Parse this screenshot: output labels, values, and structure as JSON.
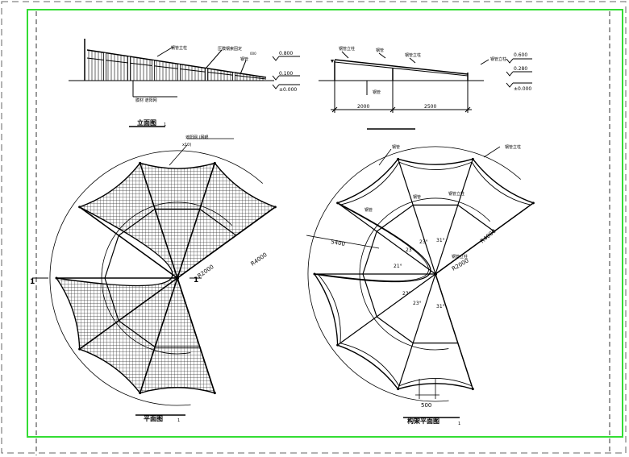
{
  "frame": {
    "border_color": "#33dd33"
  },
  "elevation_left": {
    "title": "立面图",
    "title_suffix": "1",
    "labels": {
      "top_a": "钢管立柱",
      "top_b": "压膜钢索固定",
      "top_c": "钢管",
      "bottom": "膜材 遮阳网"
    },
    "levels": [
      "0.800",
      "0.100",
      "±0.000"
    ],
    "tag": "000"
  },
  "elevation_right": {
    "labels": {
      "a": "钢管立柱",
      "b": "钢管",
      "c": "钢管立柱",
      "d": "钢管立柱",
      "e": "钢管"
    },
    "levels": [
      "0.600",
      "0.280",
      "±0.000"
    ],
    "dims": [
      "2000",
      "2500"
    ]
  },
  "plan": {
    "title": "平面图",
    "title_suffix": "1",
    "note_line1": "遮阳网 (网眼",
    "note_line2": "x10)",
    "r_inner": "R2000",
    "r_outer": "R4000",
    "section_mark_left": "1",
    "section_mark_right": "1"
  },
  "frame_plan": {
    "title": "构架平面图",
    "title_suffix": "1",
    "labels": {
      "top": "钢管",
      "top_right": "钢管立柱",
      "mid_a": "钢管",
      "mid_b": "钢管立柱",
      "left": "钢管",
      "center": "钢管立柱"
    },
    "r_inner": "R2000",
    "r_outer": "R4000",
    "dim_left": "5400",
    "dim_bottom": "500",
    "angles": [
      "23°",
      "23°",
      "31°",
      "31°",
      "21°",
      "23°",
      "23°"
    ]
  }
}
